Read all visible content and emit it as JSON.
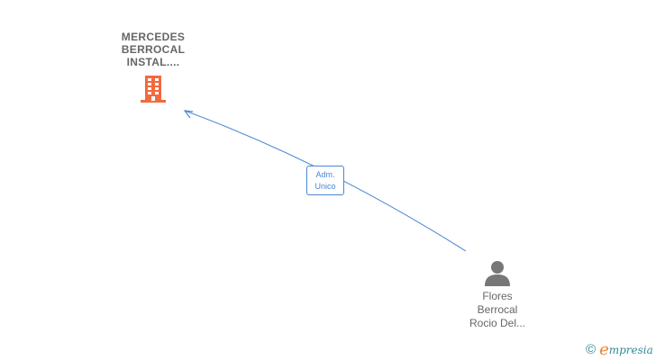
{
  "company": {
    "name_lines": [
      "MERCEDES",
      "BERROCAL",
      "INSTAL...."
    ],
    "icon": "building-icon",
    "color": "#f26a3d"
  },
  "person": {
    "name_lines": [
      "Flores",
      "Berrocal",
      "Rocio Del..."
    ],
    "icon": "person-icon",
    "color": "#777777"
  },
  "relation": {
    "label_lines": [
      "Adm.",
      "Unico"
    ],
    "color": "#4a86d4"
  },
  "brand": {
    "copyright": "©",
    "initial": "e",
    "rest": "mpresia"
  }
}
